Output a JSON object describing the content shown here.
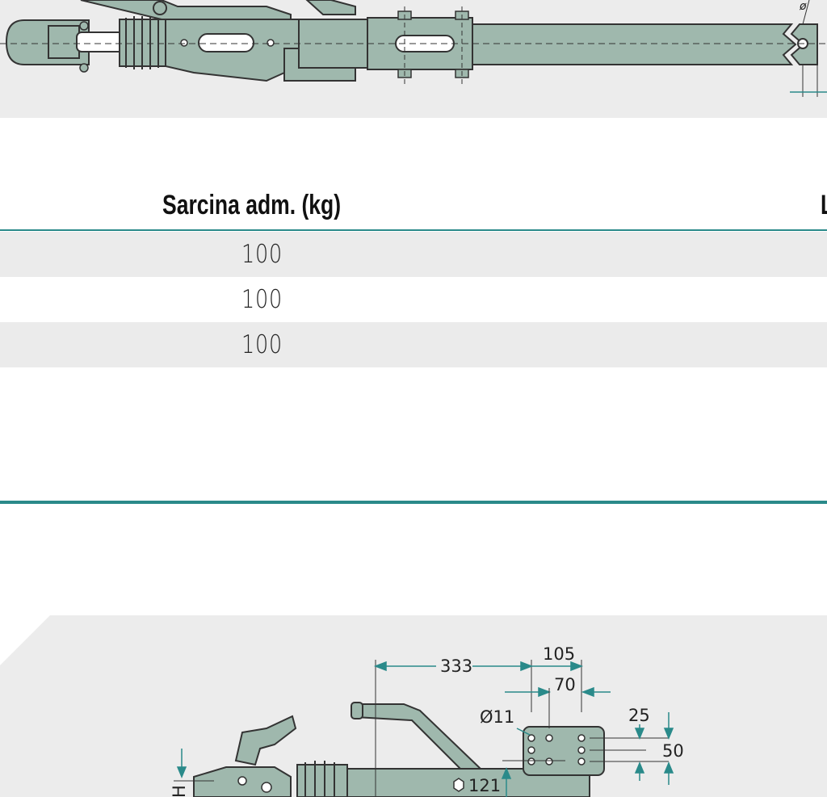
{
  "top_drawing": {
    "diameter_mark": "ø"
  },
  "table": {
    "headers": [
      "Sarcina adm. (kg)",
      "L"
    ],
    "rows": [
      [
        "100"
      ],
      [
        "100"
      ],
      [
        "100"
      ]
    ]
  },
  "bottom_drawing": {
    "dims": {
      "d333": "333",
      "d105": "105",
      "d70": "70",
      "d25": "25",
      "d50": "50",
      "hole": "Ø11",
      "d121": "121",
      "h_mark": "H"
    }
  },
  "colors": {
    "accent": "#2a8a8a",
    "metal": "#9fb8ad",
    "panel": "#ececec"
  }
}
